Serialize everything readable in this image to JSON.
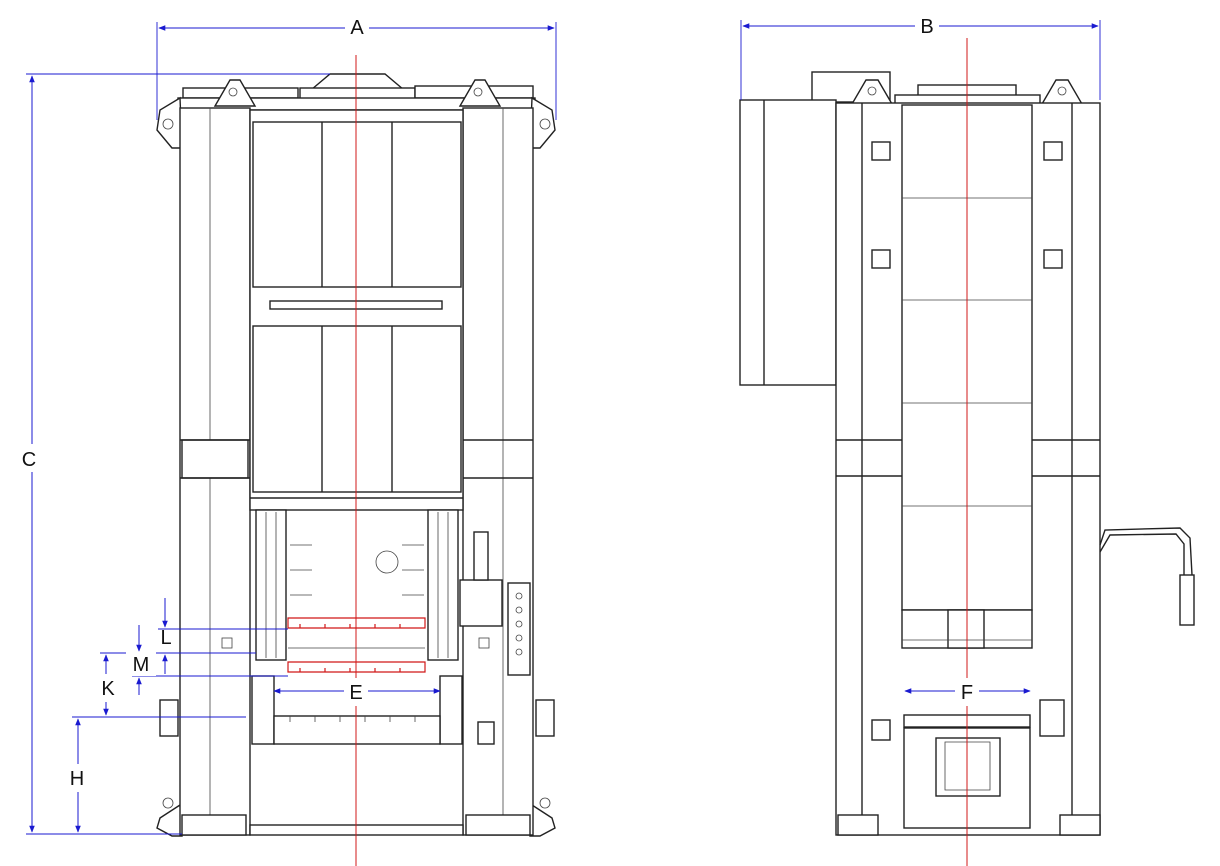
{
  "labels": {
    "A": "A",
    "B": "B",
    "C": "C",
    "E": "E",
    "F": "F",
    "H": "H",
    "K": "K",
    "L": "L",
    "M": "M"
  },
  "colors": {
    "dimension": "#1a1ad0",
    "centerline": "#d01818",
    "outline": "#222222"
  }
}
